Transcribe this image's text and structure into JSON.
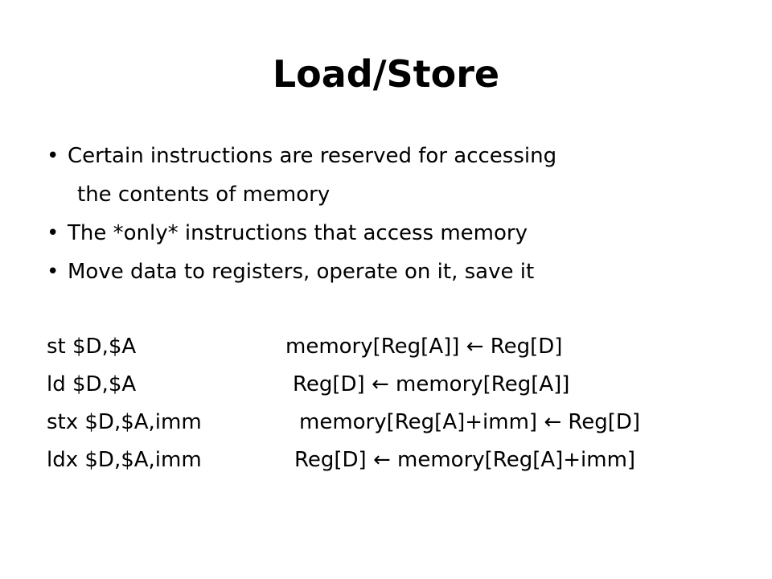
{
  "slide": {
    "title": "Load/Store",
    "bullets": [
      {
        "mark": "•",
        "lines": [
          "Certain instructions are reserved for accessing",
          "the contents of memory"
        ]
      },
      {
        "mark": "•",
        "lines": [
          "The *only* instructions that access memory"
        ]
      },
      {
        "mark": "•",
        "lines": [
          "Move data to registers, operate on it, save it"
        ]
      }
    ],
    "instructions": [
      {
        "op": "st $D,$A",
        "semantics": "memory[Reg[A]] ← Reg[D]"
      },
      {
        "op": "ld $D,$A",
        "semantics": "Reg[D] ← memory[Reg[A]]"
      },
      {
        "op": "stx $D,$A,imm",
        "semantics": "memory[Reg[A]+imm] ← Reg[D]"
      },
      {
        "op": "ldx $D,$A,imm",
        "semantics": "Reg[D] ← memory[Reg[A]+imm]"
      }
    ]
  }
}
